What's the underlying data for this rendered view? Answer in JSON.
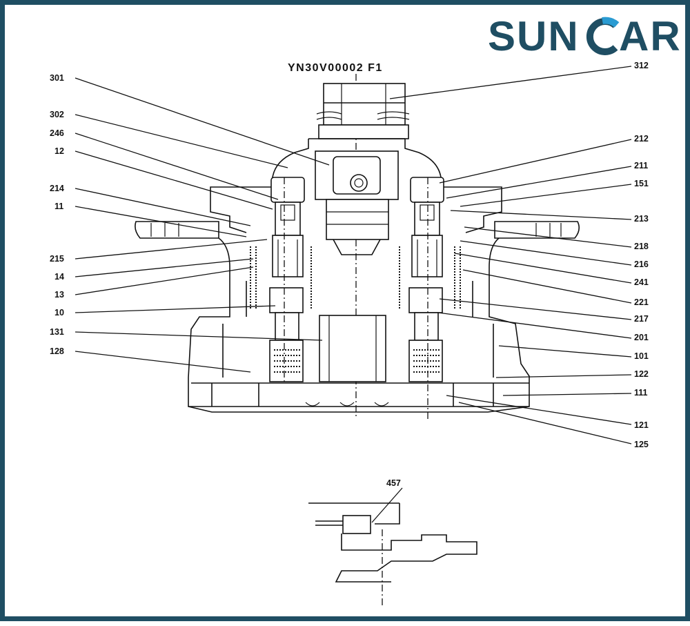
{
  "logo": {
    "text_part1": "SUN",
    "text_part2": "CAR",
    "color_dark": "#1f4e63",
    "color_accent": "#2a9bd2"
  },
  "title": "YN30V00002 F1",
  "frame_color": "#1f4e63",
  "callouts": [
    {
      "label": "301"
    },
    {
      "label": "302"
    },
    {
      "label": "246"
    },
    {
      "label": "12"
    },
    {
      "label": "214"
    },
    {
      "label": "11"
    },
    {
      "label": "215"
    },
    {
      "label": "14"
    },
    {
      "label": "13"
    },
    {
      "label": "10"
    },
    {
      "label": "131"
    },
    {
      "label": "128"
    },
    {
      "label": "312"
    },
    {
      "label": "212"
    },
    {
      "label": "211"
    },
    {
      "label": "151"
    },
    {
      "label": "213"
    },
    {
      "label": "218"
    },
    {
      "label": "216"
    },
    {
      "label": "241"
    },
    {
      "label": "221"
    },
    {
      "label": "217"
    },
    {
      "label": "201"
    },
    {
      "label": "101"
    },
    {
      "label": "122"
    },
    {
      "label": "111"
    },
    {
      "label": "121"
    },
    {
      "label": "125"
    },
    {
      "label": "457"
    }
  ]
}
